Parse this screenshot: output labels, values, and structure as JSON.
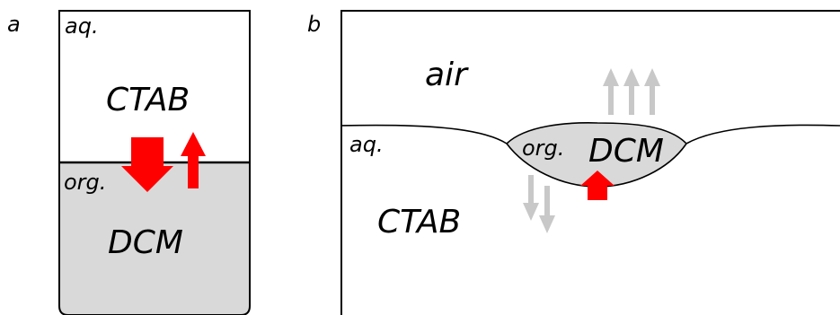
{
  "panel_a": {
    "label": "a",
    "aq_label": "aq.",
    "top_label": "CTAB",
    "org_label": "org.",
    "bottom_label": "DCM"
  },
  "panel_b": {
    "label": "b",
    "air_label": "air",
    "aq_label": "aq.",
    "org_label": "org.",
    "drop_label": "DCM",
    "bulk_label": "CTAB"
  },
  "colors": {
    "arrow_red": "#ff0000",
    "arrow_gray": "#c8c8c8",
    "organic_fill": "#d9d9d9",
    "line": "#000000"
  }
}
